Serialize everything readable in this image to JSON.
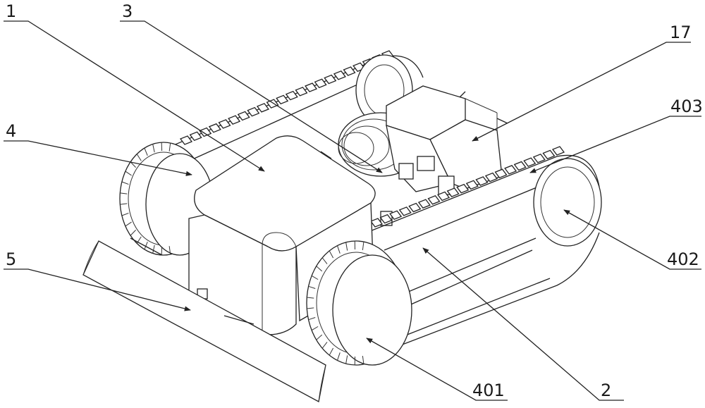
{
  "labels": {
    "l1": "1",
    "l3": "3",
    "l17": "17",
    "l4": "4",
    "l403": "403",
    "l5": "5",
    "l402": "402",
    "l401": "401",
    "l2": "2"
  }
}
